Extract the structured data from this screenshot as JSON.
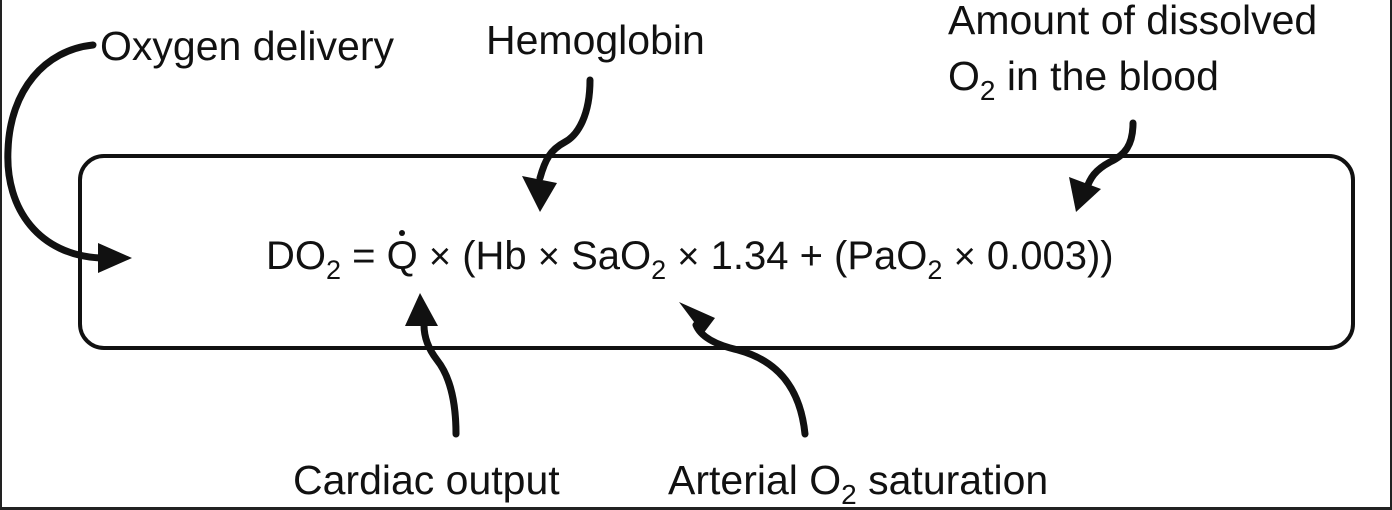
{
  "labels": {
    "oxygen_delivery": "Oxygen delivery",
    "hemoglobin": "Hemoglobin",
    "dissolved_line1": "Amount of dissolved",
    "dissolved_line2_prefix": "O",
    "dissolved_line2_sub": "2",
    "dissolved_line2_suffix": " in the blood",
    "cardiac_output": "Cardiac output",
    "arterial_prefix": "Arterial O",
    "arterial_sub": "2",
    "arterial_suffix": " saturation"
  },
  "formula": {
    "do": "DO",
    "do_sub": "2",
    "equals": " = ",
    "q": "Q",
    "times": "×",
    "open_paren": " (Hb ",
    "sao": " SaO",
    "sao_sub": "2",
    "constant1": " 1.34 + (PaO",
    "pao_sub": "2",
    "constant2": " 0.003))"
  }
}
